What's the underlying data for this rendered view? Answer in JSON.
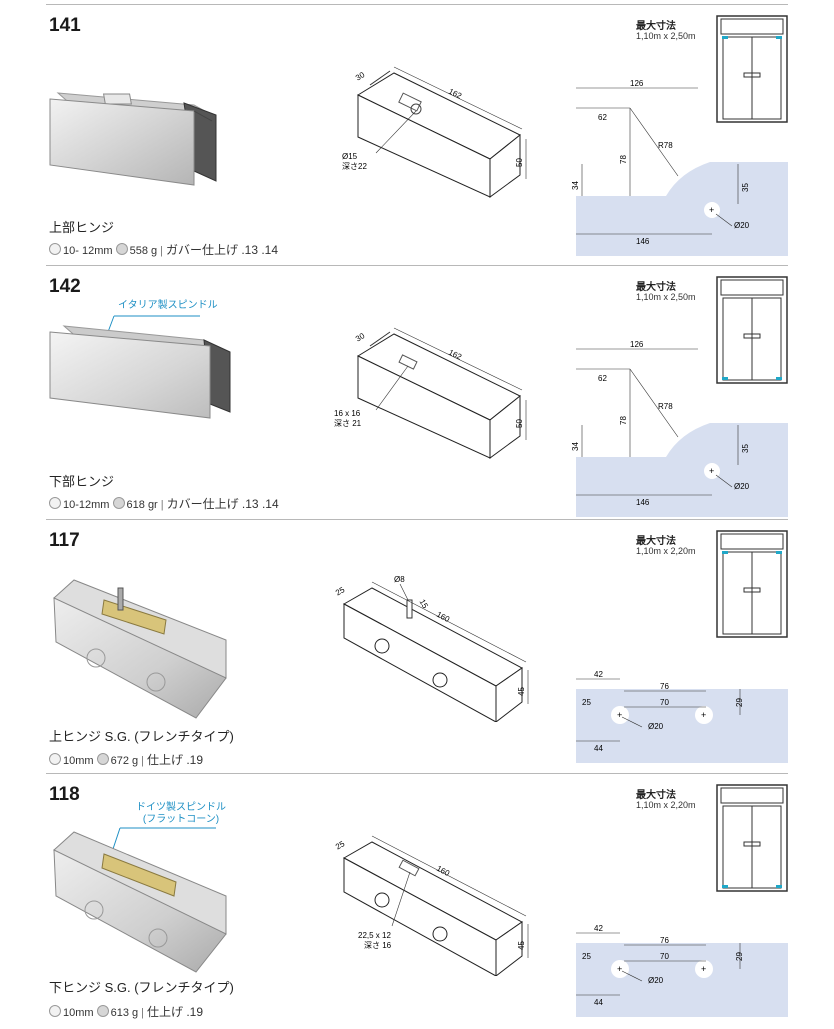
{
  "products": [
    {
      "code": "141",
      "name": "上部ヒンジ",
      "thickness": "10- 12mm",
      "weight": "558 g",
      "finish": "ガバー仕上げ .13 .14",
      "max_size_label": "最大寸法",
      "max_size": "1,10m x 2,50m",
      "tech": {
        "w": "30",
        "len": "162",
        "h": "50",
        "hole": "Ø15",
        "hole2": "深さ22"
      },
      "diag": {
        "top": "126",
        "left": "62",
        "v": "78",
        "r": "R78",
        "side": "34",
        "right": "35",
        "dia": "Ø20",
        "bottom": "146"
      }
    },
    {
      "code": "142",
      "name": "下部ヒンジ",
      "callout": "イタリア製スピンドル",
      "thickness": "10-12mm",
      "weight": "618 gr",
      "finish": "カバー仕上げ .13 .14",
      "max_size_label": "最大寸法",
      "max_size": "1,10m x 2,50m",
      "tech": {
        "w": "30",
        "len": "162",
        "h": "50",
        "hole": "16 x 16",
        "hole2": "深さ 21"
      },
      "diag": {
        "top": "126",
        "left": "62",
        "v": "78",
        "r": "R78",
        "side": "34",
        "right": "35",
        "dia": "Ø20",
        "bottom": "146"
      }
    },
    {
      "code": "117",
      "name": "上ヒンジ S.G. (フレンチタイプ)",
      "thickness": "10mm",
      "weight": "672 g",
      "finish": "仕上げ .19",
      "max_size_label": "最大寸法",
      "max_size": "1,10m x 2,20m",
      "tech": {
        "w": "25",
        "len": "160",
        "h": "45",
        "pin": "Ø8",
        "pinh": "15"
      },
      "diag2": {
        "a": "42",
        "b": "76",
        "c": "25",
        "d": "70",
        "e": "29",
        "dia": "Ø20",
        "f": "44"
      }
    },
    {
      "code": "118",
      "name": "下ヒンジ S.G. (フレンチタイプ)",
      "callout": "ドイツ製スピンドル",
      "callout2": "(フラットコーン)",
      "thickness": "10mm",
      "weight": "613 g",
      "finish": "仕上げ .19",
      "max_size_label": "最大寸法",
      "max_size": "1,10m x 2,20m",
      "tech": {
        "w": "25",
        "len": "160",
        "h": "45",
        "hole": "22,5 x 12",
        "hole2": "深さ 16"
      },
      "diag2": {
        "a": "42",
        "b": "76",
        "c": "25",
        "d": "70",
        "e": "29",
        "dia": "Ø20",
        "f": "44"
      }
    }
  ],
  "colors": {
    "accent": "#1d8fc4",
    "shade": "#d7dff0"
  }
}
